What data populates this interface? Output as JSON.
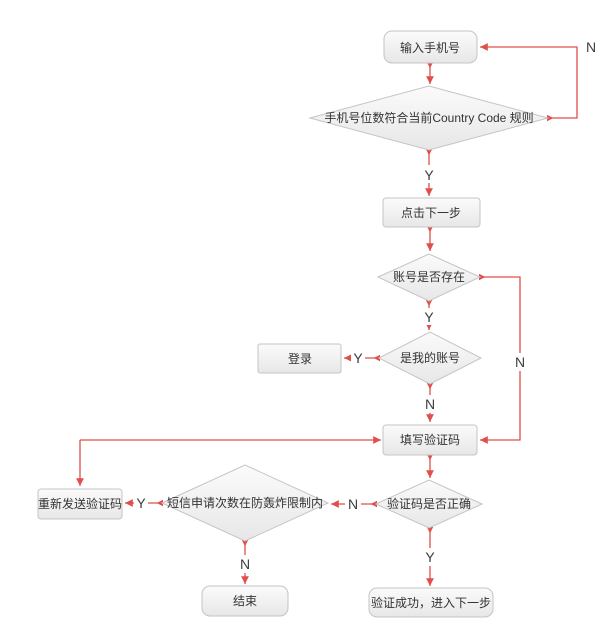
{
  "nodes": {
    "enter_phone": {
      "label": "输入手机号"
    },
    "country_check": {
      "label": "手机号位数符合当前Country Code 规则"
    },
    "click_next": {
      "label": "点击下一步"
    },
    "account_exists": {
      "label": "账号是否存在"
    },
    "is_my_account": {
      "label": "是我的账号"
    },
    "login": {
      "label": "登录"
    },
    "fill_code": {
      "label": "填写验证码"
    },
    "code_correct": {
      "label": "验证码是否正确"
    },
    "sms_limit": {
      "label": "短信申请次数在防轰炸限制内"
    },
    "resend_code": {
      "label": "重新发送验证码"
    },
    "end": {
      "label": "结束"
    },
    "success": {
      "label": "验证成功，进入下一步"
    }
  },
  "edges": {
    "country_invalid": "N",
    "country_valid": "Y",
    "account_exists_yes": "Y",
    "account_exists_no": "N",
    "my_account_yes": "Y",
    "my_account_no": "N",
    "code_correct_yes": "Y",
    "code_correct_no": "N",
    "limit_yes": "Y",
    "limit_no": "N"
  },
  "colors": {
    "arrow": "#e04f4a",
    "node_border": "#c4c4c4",
    "node_fill_top": "#fbfbfb",
    "node_fill_bottom": "#e7e7e7",
    "node_text": "#333333",
    "edge_label_text": "#3d3d3d",
    "background": "#ffffff"
  }
}
